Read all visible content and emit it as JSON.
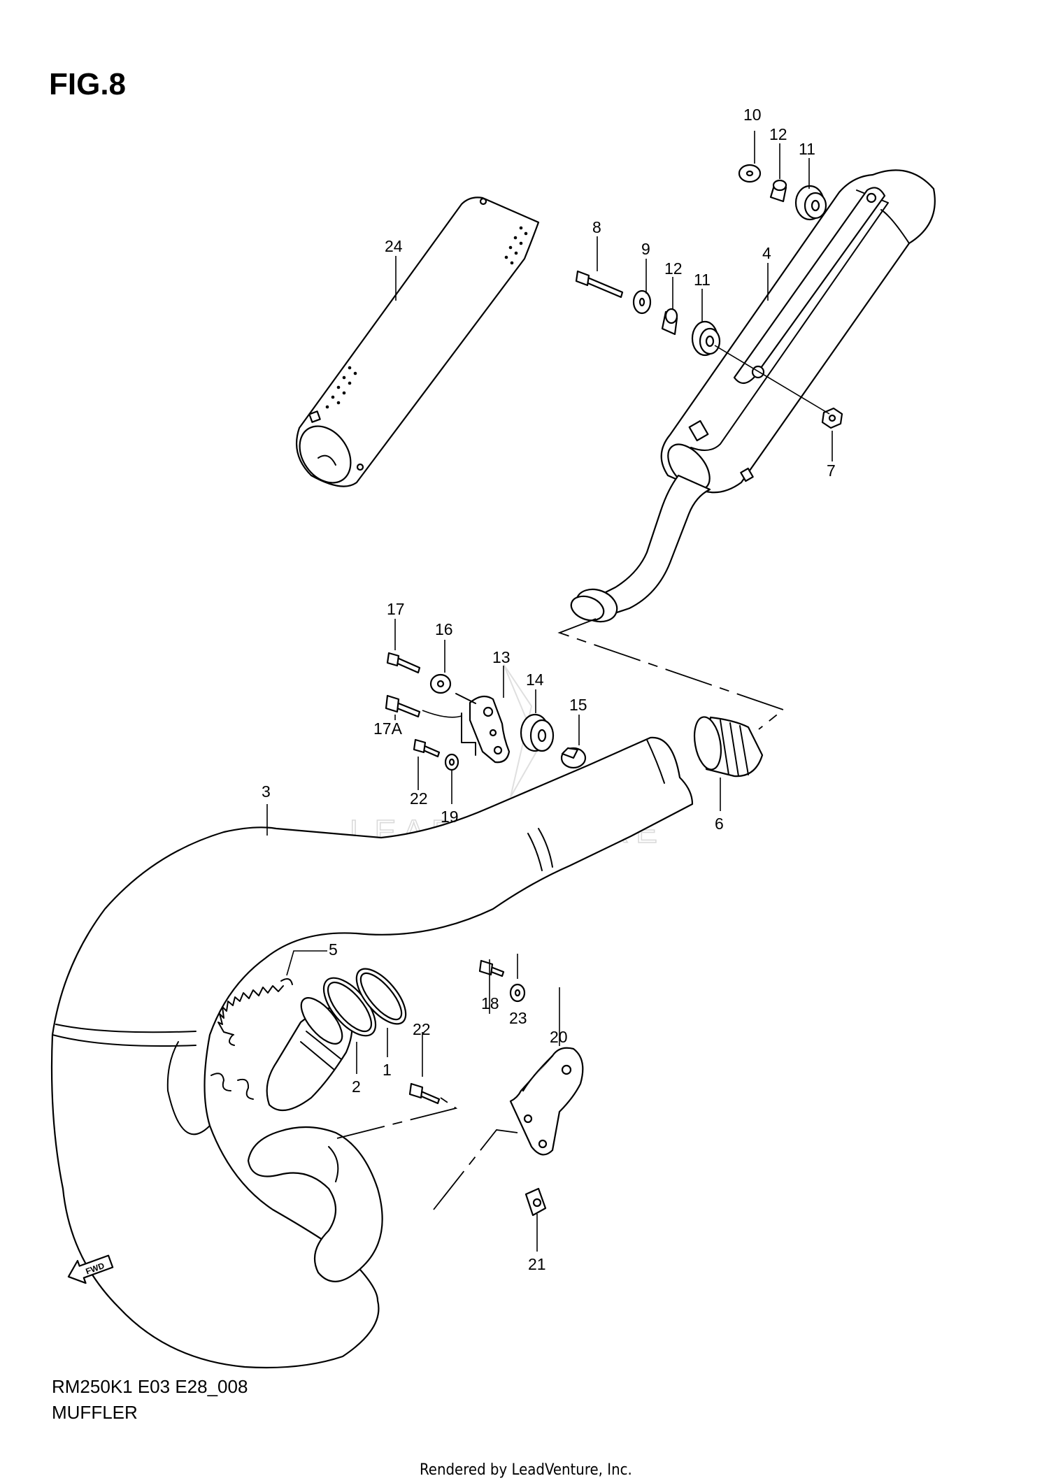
{
  "figure": {
    "title": "FIG.8",
    "code": "RM250K1 E03 E28_008",
    "name": "MUFFLER",
    "rendered_by": "Rendered by LeadVenture, Inc.",
    "watermark": "LEADVENTURE"
  },
  "fwd_label": "FWD",
  "callouts": {
    "c1": "1",
    "c2": "2",
    "c3": "3",
    "c4": "4",
    "c5": "5",
    "c6": "6",
    "c7": "7",
    "c8": "8",
    "c9": "9",
    "c10": "10",
    "c11a": "11",
    "c11b": "11",
    "c12a": "12",
    "c12b": "12",
    "c13": "13",
    "c14": "14",
    "c15": "15",
    "c16": "16",
    "c17": "17",
    "c17a": "17A",
    "c18": "18",
    "c19": "19",
    "c20": "20",
    "c21": "21",
    "c22a": "22",
    "c22b": "22",
    "c23": "23",
    "c24": "24"
  }
}
